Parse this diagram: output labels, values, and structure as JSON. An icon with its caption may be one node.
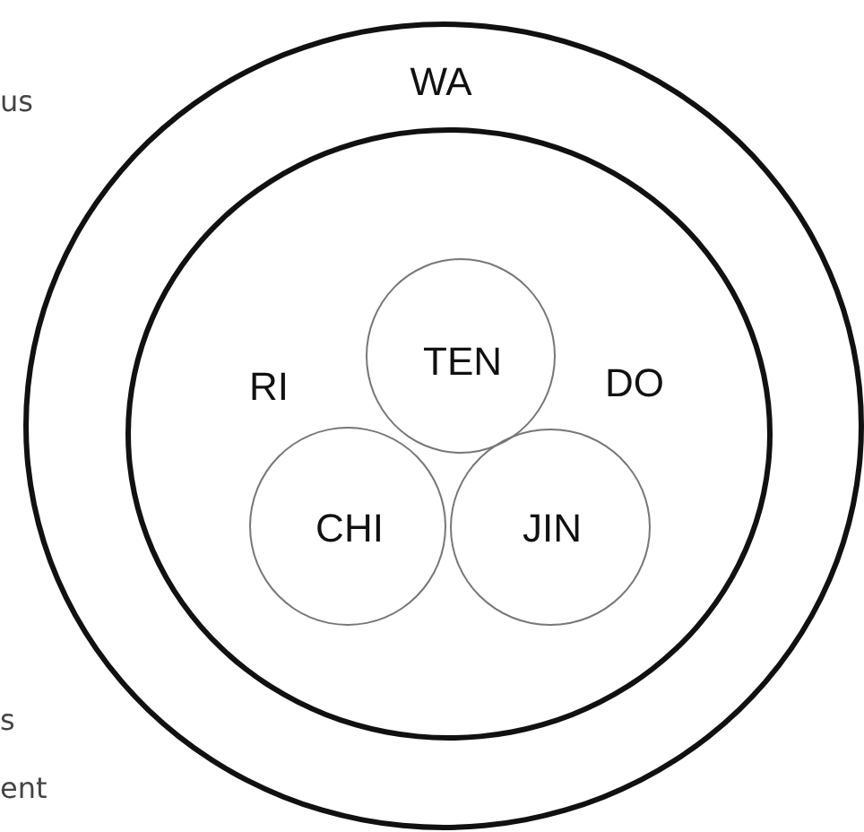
{
  "diagram": {
    "nodes": [
      {
        "text": [
          "WA"
        ]
      },
      {
        "text": [
          "RI",
          "DO"
        ],
        "in": 0
      },
      {
        "text": [
          "TEN"
        ],
        "in": 1
      },
      {
        "text": [
          "CHI"
        ],
        "in": 1
      },
      {
        "text": [
          "JIN"
        ],
        "in": 1
      }
    ],
    "labels": [
      "us",
      "s",
      "ent"
    ]
  }
}
